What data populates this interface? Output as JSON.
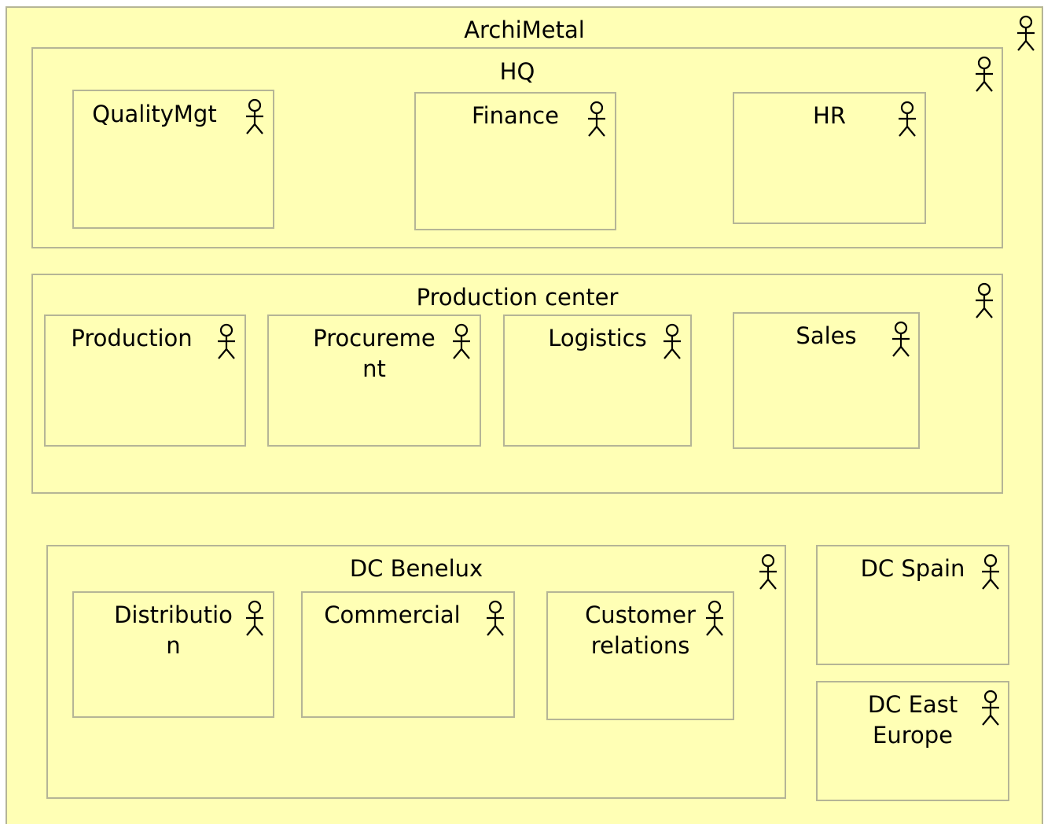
{
  "diagram": {
    "colors": {
      "fill": "#ffffb5",
      "stroke": "#b5b596",
      "icon": "#000000"
    },
    "icon": "actor-icon",
    "root": {
      "label": "ArchiMetal"
    },
    "groups": {
      "hq": {
        "label": "HQ",
        "children": {
          "quality": {
            "label": "QualityMgt"
          },
          "finance": {
            "label": "Finance"
          },
          "hr": {
            "label": "HR"
          }
        }
      },
      "production_center": {
        "label": "Production center",
        "children": {
          "production": {
            "label": "Production"
          },
          "procurement": {
            "label": "Procureme\nnt"
          },
          "logistics": {
            "label": "Logistics"
          },
          "sales": {
            "label": "Sales"
          }
        }
      },
      "dc_benelux": {
        "label": "DC Benelux",
        "children": {
          "distribution": {
            "label": "Distributio\nn"
          },
          "commercial": {
            "label": "Commercial"
          },
          "customer_relations": {
            "label": "Customer\nrelations"
          }
        }
      },
      "dc_spain": {
        "label": "DC Spain"
      },
      "dc_east_europe": {
        "label": "DC East\nEurope"
      }
    }
  }
}
